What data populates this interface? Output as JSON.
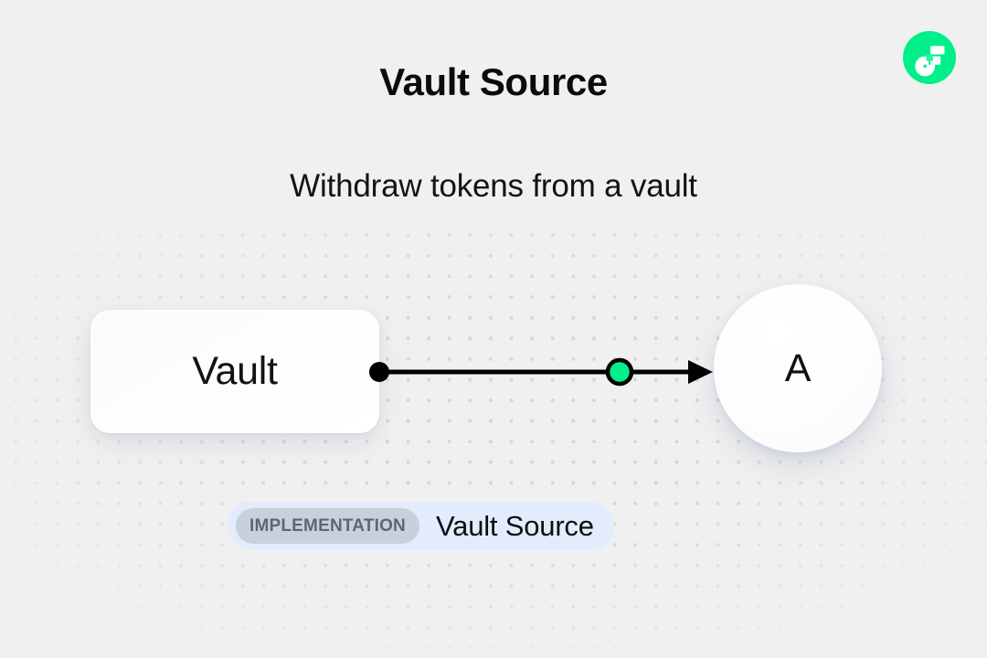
{
  "header": {
    "title": "Vault Source",
    "subtitle": "Withdraw tokens from a vault",
    "logo_icon": "flow-logo-icon"
  },
  "diagram": {
    "source_node": {
      "label": "Vault",
      "shape": "rounded-rectangle",
      "port_icon": "source-port-dot"
    },
    "target_node": {
      "label": "A",
      "shape": "circle"
    },
    "edge": {
      "marker_icon": "edge-midpoint-dot",
      "arrow_icon": "arrow-head-icon",
      "color": "#000000",
      "accent_color": "#00ef8b"
    }
  },
  "footer": {
    "badge_label": "IMPLEMENTATION",
    "implementation_name": "Vault Source"
  },
  "theme": {
    "background": "#eff0ef",
    "accent_green": "#00ef8b",
    "badge_background": "#e2ecfc",
    "chip_background": "#c9d0dc",
    "chip_text": "#5d6675",
    "dot_grid": "#d4d6d8"
  }
}
